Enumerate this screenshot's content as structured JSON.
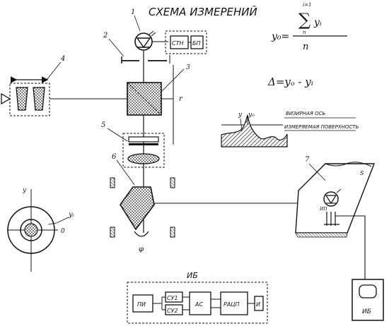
{
  "title": "СХЕМА ИЗМЕРЕНИЙ",
  "formula_mean": {
    "lhs": "y₀=",
    "sum_sign": "∑",
    "sum_upper": "i=1",
    "sum_lower": "n",
    "summand": "yᵢ",
    "denominator": "n"
  },
  "formula_delta": "Δ=yₒ - yᵢ",
  "legend": {
    "label_y": "y",
    "label_y0": "y₀",
    "sighting_axis": "ВИЗИРНАЯ ОСЬ",
    "measured_surface": "ИЗМЕРЯЕМАЯ ПОВЕРХНОСТЬ"
  },
  "block_labels": {
    "stn": "СТН",
    "bp": "БП",
    "ib": "ИБ",
    "pi": "ПИ",
    "su1": "СУ1",
    "su2": "СУ2",
    "as": "АС",
    "ratsp": "РАЦП",
    "i": "И",
    "ib_box": "ИБ"
  },
  "numbers": [
    "1",
    "2",
    "3",
    "4",
    "5",
    "6",
    "7"
  ],
  "misc": {
    "r": "r",
    "phi": "φ",
    "axis_y": "y",
    "axis_0": "0",
    "yi": "yᵢ",
    "S": "S",
    "ht": "ИП"
  },
  "colors": {
    "ink": "#111111",
    "hatch": "#333333",
    "background": "#ffffff"
  }
}
